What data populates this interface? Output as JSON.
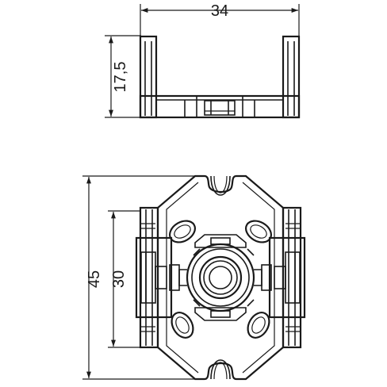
{
  "dimensions": {
    "top_width": "34",
    "side_height": "17,5",
    "total_height": "45",
    "inner_height": "30"
  },
  "colors": {
    "line": "#1a1a1a",
    "background": "#ffffff"
  }
}
